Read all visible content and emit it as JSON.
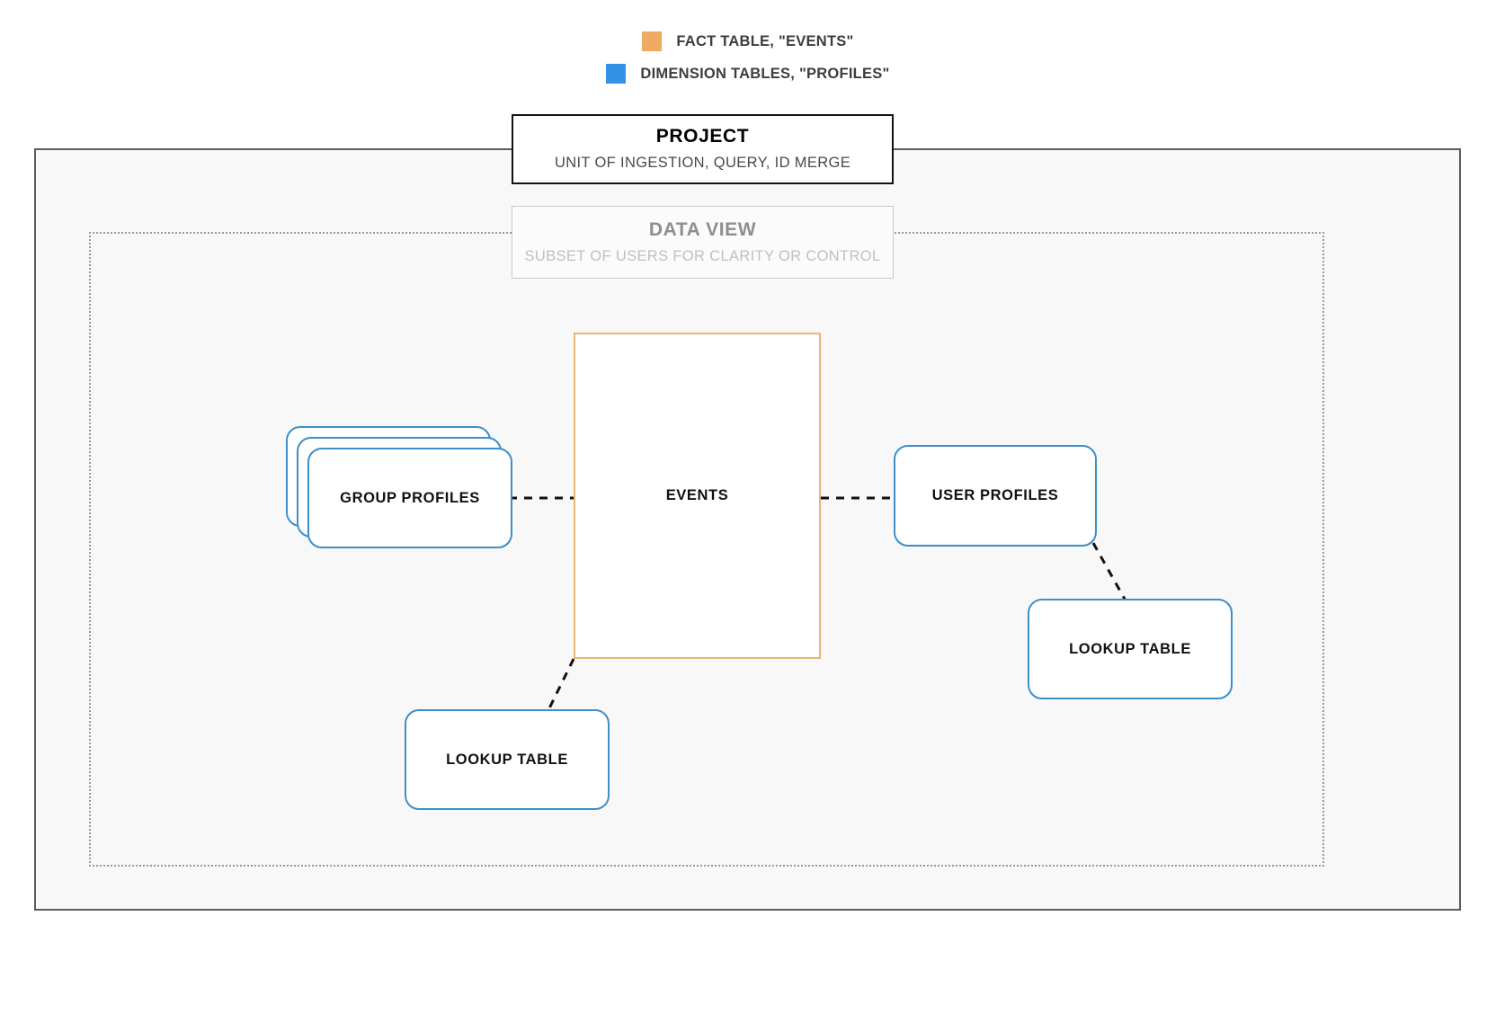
{
  "legend": {
    "items": [
      {
        "label": "FACT TABLE, \"EVENTS\"",
        "color": "#f0ab62",
        "icon": "square-swatch-icon"
      },
      {
        "label": "DIMENSION TABLES, \"PROFILES\"",
        "color": "#3391e8",
        "icon": "square-swatch-icon"
      }
    ]
  },
  "project": {
    "title": "PROJECT",
    "subtitle": "UNIT OF INGESTION, QUERY, ID MERGE"
  },
  "data_view": {
    "title": "DATA VIEW",
    "subtitle": "SUBSET OF USERS FOR CLARITY OR CONTROL"
  },
  "nodes": {
    "events": "EVENTS",
    "group_profiles": "GROUP PROFILES",
    "user_profiles": "USER PROFILES",
    "lookup_table_left": "LOOKUP TABLE",
    "lookup_table_right": "LOOKUP TABLE"
  },
  "colors": {
    "fact_border": "#eab676",
    "dimension_border": "#3d8fc9",
    "project_border": "#111111",
    "data_view_border": "#c9c9c9",
    "outer_container_border": "#5c5c5c",
    "inner_container_border": "#9a9a9a",
    "connector": "#111111",
    "canvas": "#ffffff",
    "outer_container_fill": "#f8f8f8"
  }
}
